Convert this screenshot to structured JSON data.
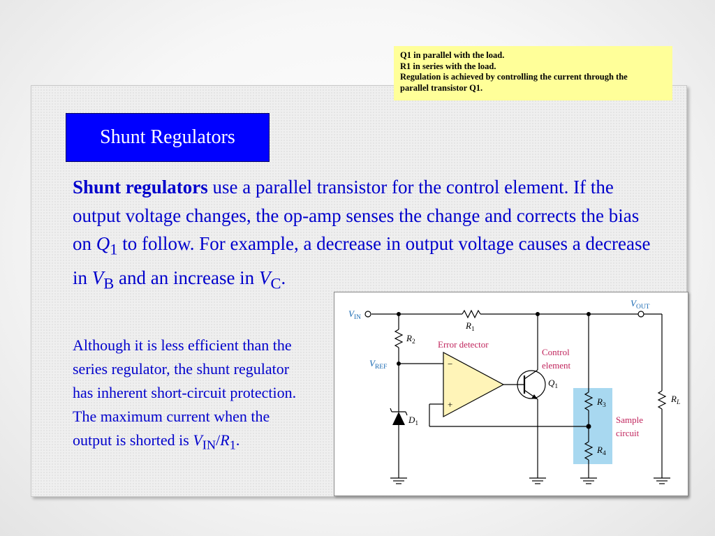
{
  "note": {
    "lines": [
      "Q1 in parallel with the load.",
      "R1 in series with the load.",
      "Regulation is achieved by controlling the current through the",
      "parallel transistor Q1."
    ]
  },
  "title": "Shunt Regulators",
  "main": {
    "lead": "Shunt regulators",
    "t1": " use a parallel transistor for the control element. If the output voltage changes, the op-amp senses the change and corrects the bias on ",
    "q": "Q",
    "q_sub": "1",
    "t2": " to follow. For example, a decrease in output voltage causes a decrease in ",
    "v": "V",
    "vb_sub": "B",
    "t3": " and an increase in ",
    "vc_sub": "C",
    "t4": "."
  },
  "side": {
    "t1": "Although it is less efficient than the series regulator, the shunt regulator has inherent short-circuit protection. The maximum current when the output is shorted is ",
    "v": "V",
    "v_sub": "IN",
    "slash": "/",
    "r": "R",
    "r_sub": "1",
    "end": "."
  },
  "circuit": {
    "vin": "V",
    "vin_sub": "IN",
    "vout": "V",
    "vout_sub": "OUT",
    "vref": "V",
    "vref_sub": "REF",
    "r1": "R",
    "r1_sub": "1",
    "r2": "R",
    "r2_sub": "2",
    "r3": "R",
    "r3_sub": "3",
    "r4": "R",
    "r4_sub": "4",
    "rl": "R",
    "rl_sub": "L",
    "d1": "D",
    "d1_sub": "1",
    "q1": "Q",
    "q1_sub": "1",
    "error_detector": "Error detector",
    "control_1": "Control",
    "control_2": "element",
    "sample_1": "Sample",
    "sample_2": "circuit",
    "minus": "−",
    "plus": "+",
    "colors": {
      "label_blue": "#1a6ab3",
      "label_red": "#c0245c",
      "opamp_fill": "#fff4b8",
      "sample_fill": "#a8d8f0"
    }
  }
}
